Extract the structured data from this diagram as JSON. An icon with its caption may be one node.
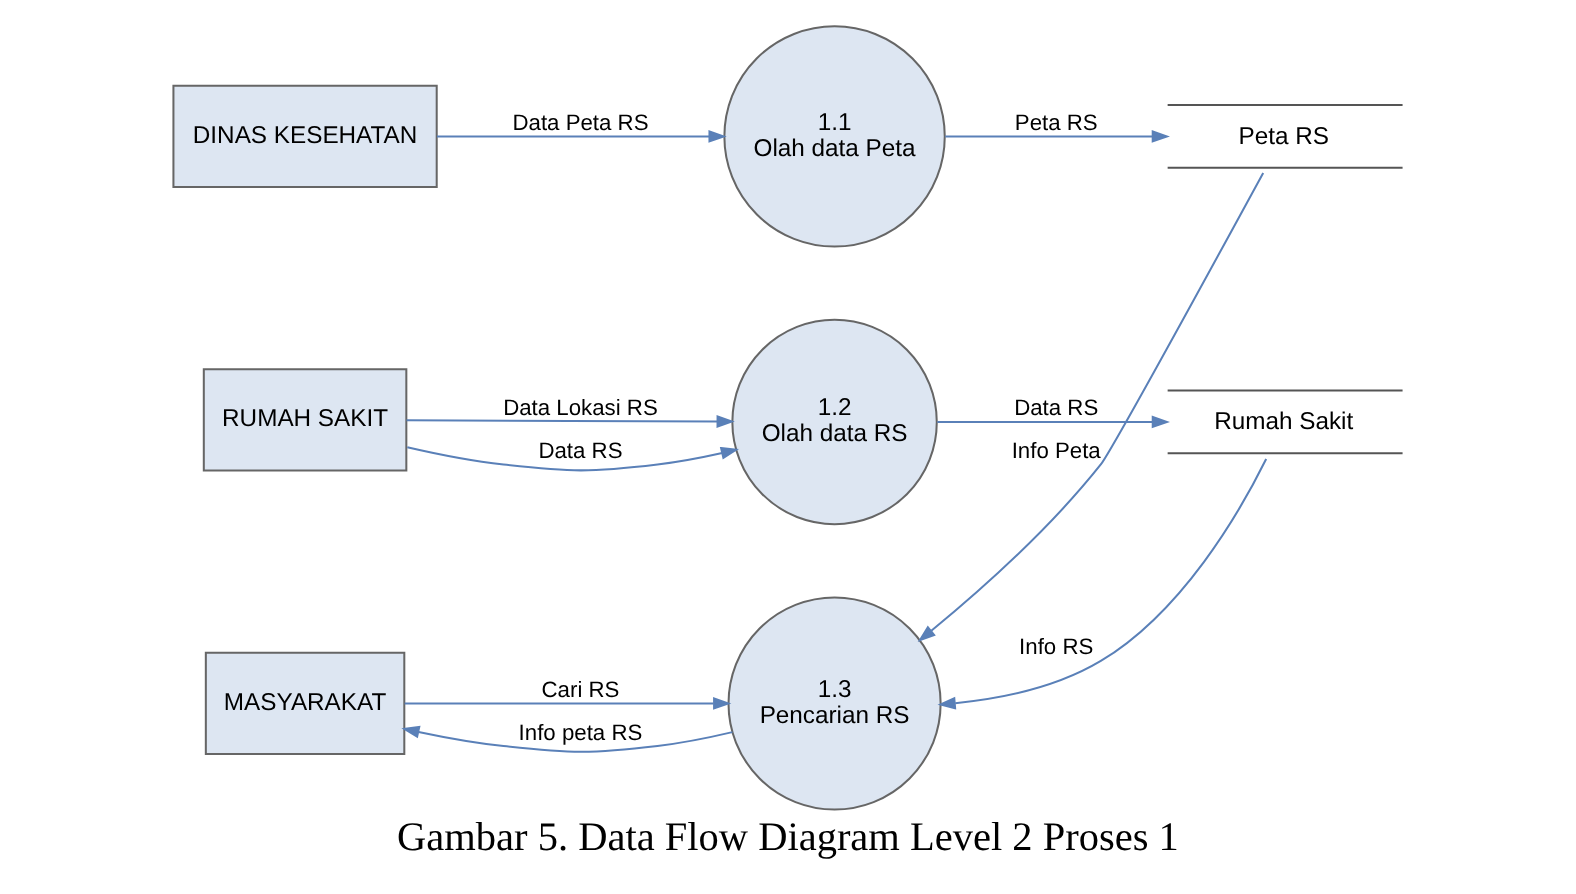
{
  "diagram": {
    "caption": "Gambar 5. Data Flow Diagram Level 2 Proses 1",
    "nodes": [
      {
        "text": [
          "DINAS KESEHATAN"
        ]
      },
      {
        "text": [
          "1.1",
          "Olah data Peta"
        ]
      },
      {
        "text": [
          "Peta RS"
        ]
      },
      {
        "text": [
          "RUMAH SAKIT"
        ]
      },
      {
        "text": [
          "1.2",
          "Olah data RS"
        ]
      },
      {
        "text": [
          "Rumah Sakit"
        ]
      },
      {
        "text": [
          "MASYARAKAT"
        ]
      },
      {
        "text": [
          "1.3",
          "Pencarian RS"
        ]
      }
    ],
    "edges": [
      {
        "from": 0,
        "to": 1,
        "arrow": "to",
        "label": "Data Peta RS"
      },
      {
        "from": 1,
        "to": 2,
        "arrow": "to",
        "label": "Peta RS"
      },
      {
        "from": 3,
        "to": 4,
        "arrow": "to",
        "label": "Data Lokasi RS"
      },
      {
        "from": 3,
        "to": 4,
        "arrow": "to",
        "label": "Data RS"
      },
      {
        "from": 4,
        "to": 5,
        "arrow": "to",
        "label": "Data RS"
      },
      {
        "from": 6,
        "to": 7,
        "arrow": "to",
        "label": "Cari RS"
      },
      {
        "from": 2,
        "to": 7,
        "arrow": "to",
        "label": "Info Peta"
      },
      {
        "from": 5,
        "to": 7,
        "arrow": "to",
        "label": "Info RS"
      },
      {
        "from": 7,
        "to": 6,
        "arrow": "to",
        "label": "Info peta RS"
      }
    ]
  }
}
